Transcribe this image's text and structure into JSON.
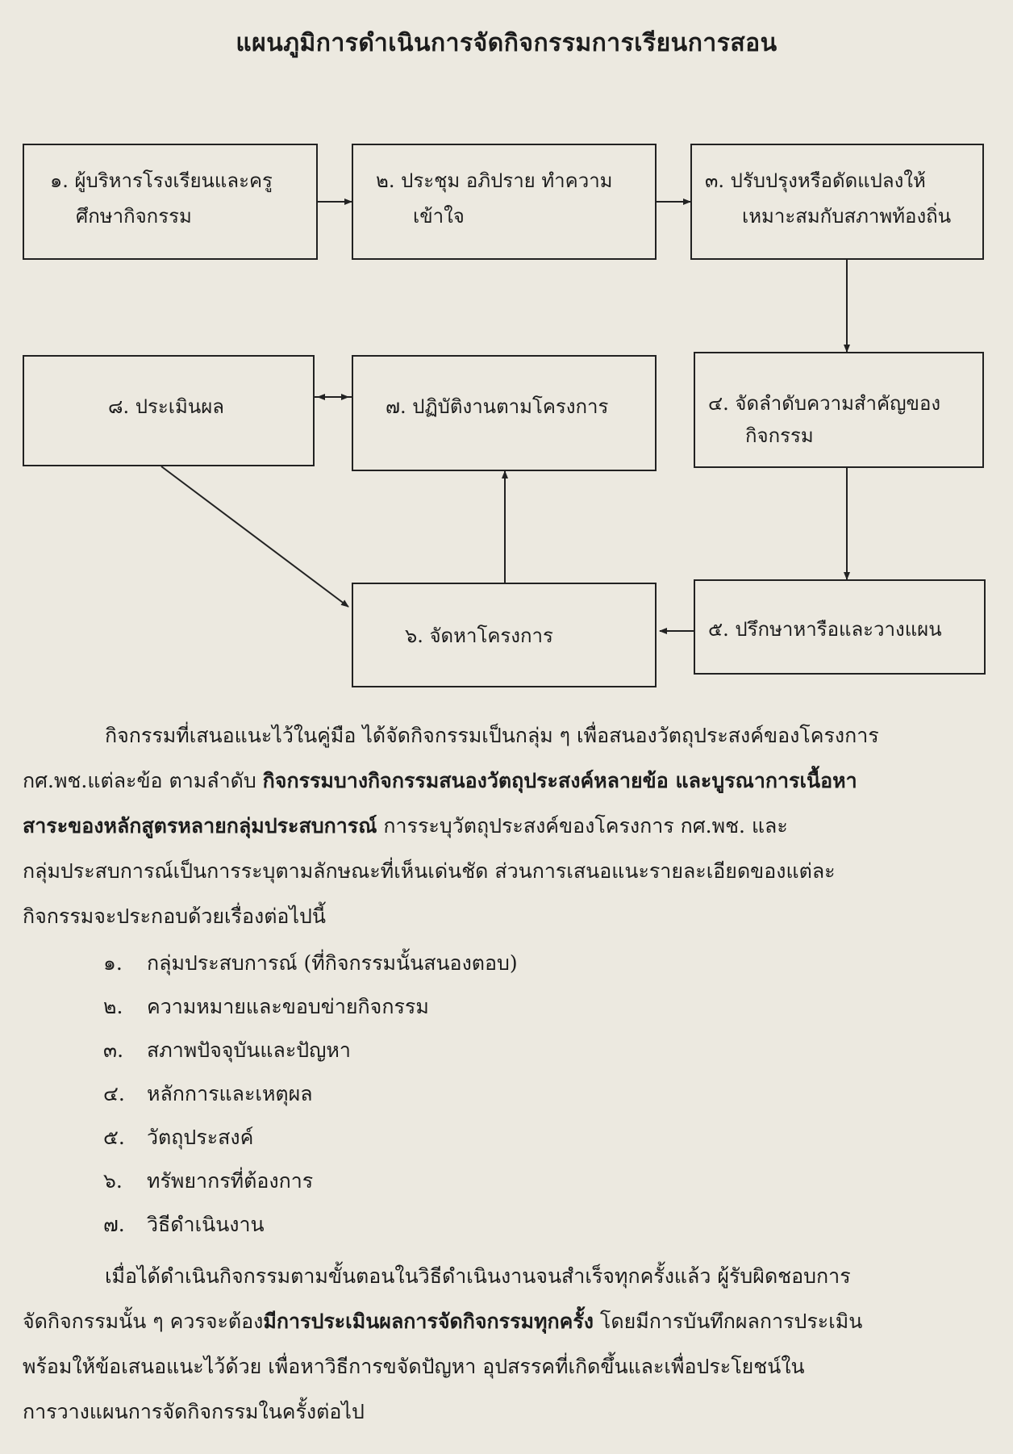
{
  "title": "แผนภูมิการดำเนินการจัดกิจกรรมการเรียนการสอน",
  "flow": {
    "box1": {
      "line1": "๑.  ผู้บริหารโรงเรียนและครู",
      "line2": "ศึกษากิจกรรม"
    },
    "box2": {
      "line1": "๒.  ประชุม   อภิปราย  ทำความ",
      "line2": "เข้าใจ"
    },
    "box3": {
      "line1": "๓.  ปรับปรุงหรือดัดแปลงให้",
      "line2": "เหมาะสมกับสภาพท้องถิ่น"
    },
    "box4": {
      "line1": "๔.  จัดลำดับความสำคัญของ",
      "line2": "กิจกรรม"
    },
    "box5": {
      "line1": "๕.  ปรึกษาหารือและวางแผน"
    },
    "box6": {
      "line1": "๖.  จัดหาโครงการ"
    },
    "box7": {
      "line1": "๗.  ปฏิบัติงานตามโครงการ"
    },
    "box8": {
      "line1": "๘.  ประเมินผล"
    }
  },
  "paragraph1": {
    "l1": "กิจกรรมที่เสนอแนะไว้ในคู่มือ  ได้จัดกิจกรรมเป็นกลุ่ม ๆ  เพื่อสนองวัตถุประสงค์ของโครงการ",
    "l2a": "กศ.พช.แต่ละข้อ  ตามลำดับ  ",
    "l2b": "กิจกรรมบางกิจกรรมสนองวัตถุประสงค์หลายข้อ  และบูรณาการเนื้อหา",
    "l3a": "สาระของหลักสูตรหลายกลุ่มประสบการณ์",
    "l3b": "   การระบุวัตถุประสงค์ของโครงการ  กศ.พช.  และ",
    "l4": "กลุ่มประสบการณ์เป็นการระบุตามลักษณะที่เห็นเด่นชัด  ส่วนการเสนอแนะรายละเอียดของแต่ละ",
    "l5": "กิจกรรมจะประกอบด้วยเรื่องต่อไปนี้"
  },
  "items": [
    {
      "num": "๑.",
      "text": "กลุ่มประสบการณ์  (ที่กิจกรรมนั้นสนองตอบ)"
    },
    {
      "num": "๒.",
      "text": "ความหมายและขอบข่ายกิจกรรม"
    },
    {
      "num": "๓.",
      "text": "สภาพปัจจุบันและปัญหา"
    },
    {
      "num": "๔.",
      "text": "หลักการและเหตุผล"
    },
    {
      "num": "๕.",
      "text": "วัตถุประสงค์"
    },
    {
      "num": "๖.",
      "text": "ทรัพยากรที่ต้องการ"
    },
    {
      "num": "๗.",
      "text": "วิธีดำเนินงาน"
    }
  ],
  "paragraph2": {
    "l1": "เมื่อได้ดำเนินกิจกรรมตามขั้นตอนในวิธีดำเนินงานจนสำเร็จทุกครั้งแล้ว  ผู้รับผิดชอบการ",
    "l2a": "จัดกิจกรรมนั้น ๆ  ควรจะต้อง",
    "l2b": "มีการประเมินผลการจัดกิจกรรมทุกครั้ง",
    "l2c": "  โดยมีการบันทึกผลการประเมิน",
    "l3": "พร้อมให้ข้อเสนอแนะไว้ด้วย  เพื่อหาวิธีการขจัดปัญหา  อุปสรรคที่เกิดขึ้นและเพื่อประโยชน์ใน",
    "l4": "การวางแผนการจัดกิจกรรมในครั้งต่อไป"
  }
}
